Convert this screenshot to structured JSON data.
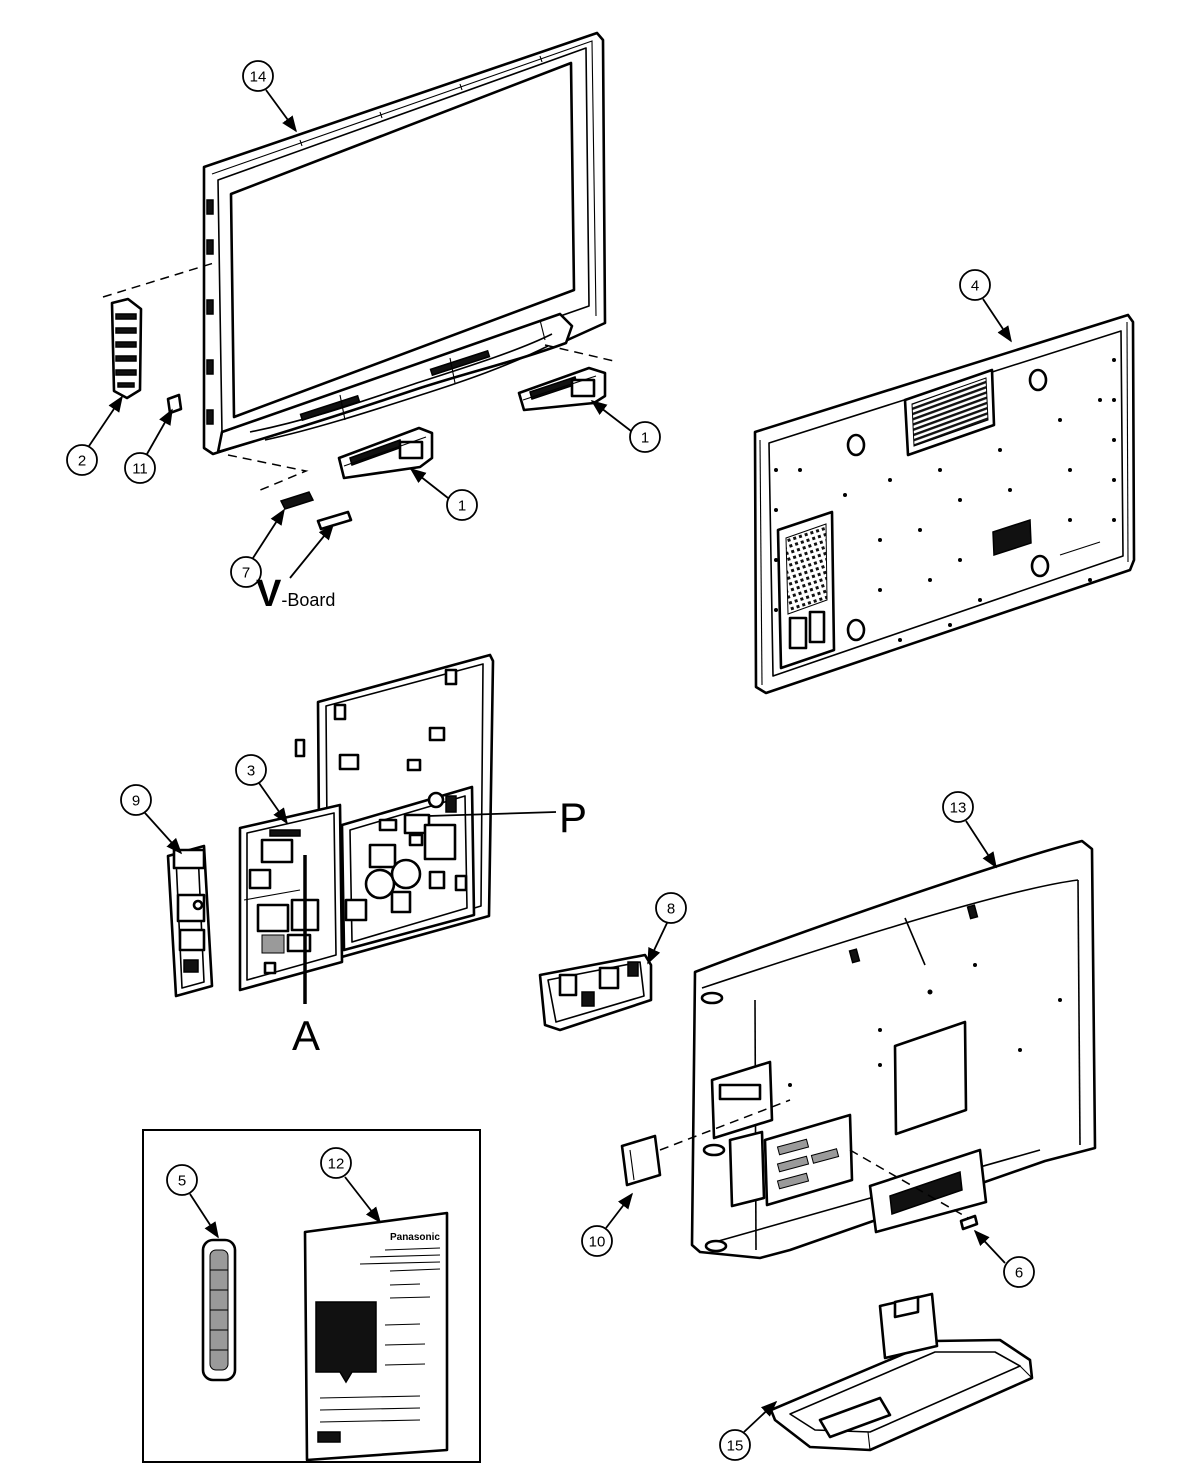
{
  "callouts": [
    "14",
    "4",
    "2",
    "11",
    "1",
    "1",
    "7",
    "3",
    "9",
    "13",
    "8",
    "5",
    "12",
    "10",
    "6",
    "15"
  ],
  "labels": {
    "p": "P",
    "a": "A",
    "v_board_prefix": "V",
    "v_board_suffix": "-Board"
  },
  "manual": {
    "brand": "Panasonic"
  }
}
